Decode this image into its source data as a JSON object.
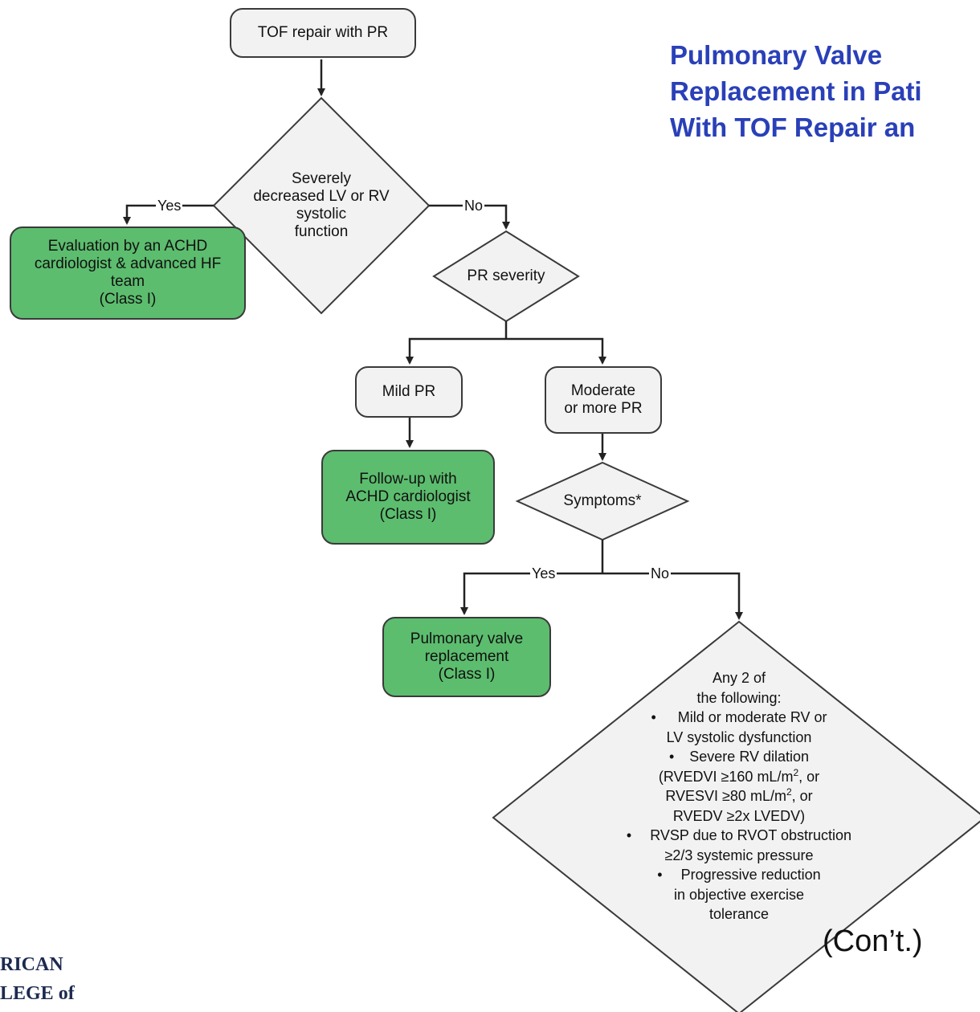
{
  "title": {
    "lines": [
      "Pulmonary Valve",
      "Replacement in Pati",
      "With TOF Repair an"
    ]
  },
  "nodes": {
    "start": "TOF repair with PR",
    "lv_rv_decision": [
      "Severely",
      "decreased LV or RV",
      "systolic",
      "function"
    ],
    "achd_eval": [
      "Evaluation by an ACHD",
      "cardiologist & advanced HF",
      "team",
      "(Class I)"
    ],
    "pr_severity": "PR severity",
    "mild_pr": "Mild PR",
    "moderate_pr": [
      "Moderate",
      "or more PR"
    ],
    "followup": [
      "Follow-up with",
      "ACHD cardiologist",
      "(Class I)"
    ],
    "symptoms": "Symptoms*",
    "pvr": [
      "Pulmonary valve",
      "replacement",
      "(Class I)"
    ],
    "any2": {
      "intro": [
        "Any 2 of",
        "the following:"
      ],
      "items": [
        "Mild or moderate RV or",
        "LV systolic dysfunction",
        "Severe RV dilation",
        "(RVEDVI ≥160 mL/m",
        "2",
        ", or",
        "RVESVI ≥80 mL/m",
        "2",
        ", or",
        "RVEDV ≥2x LVEDV)",
        "RVSP due to RVOT obstruction",
        "≥2/3 systemic pressure",
        "Progressive reduction",
        "in objective exercise",
        "tolerance"
      ]
    }
  },
  "labels": {
    "yes": "Yes",
    "no": "No"
  },
  "continued": "(Con’t.)",
  "logo": {
    "lines": [
      "RICAN",
      "LEGE of"
    ]
  },
  "colors": {
    "title": "#2a40b8",
    "box_fill": "#f2f2f2",
    "green_fill": "#5cbd6e",
    "diamond_fill": "#f2f2f2",
    "stroke": "#3a3a3a"
  }
}
